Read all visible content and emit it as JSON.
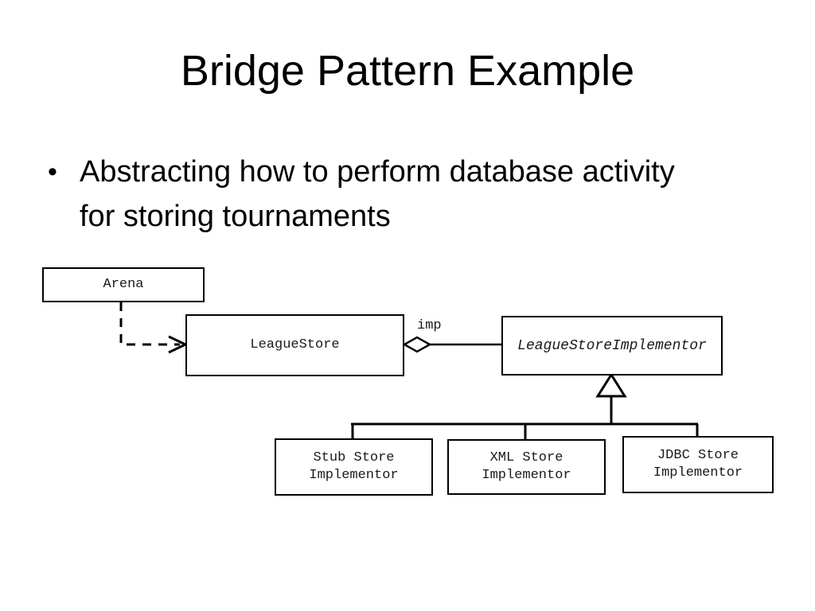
{
  "slide": {
    "title": "Bridge Pattern Example",
    "bullet_marker": "•",
    "bullet_text": "Abstracting how to perform database activity for storing tournaments",
    "background_color": "#ffffff",
    "text_color": "#000000",
    "line_color": "#000000"
  },
  "diagram": {
    "type": "uml-class-diagram",
    "pattern": "Bridge",
    "classes": {
      "arena": {
        "name": "Arena",
        "abstract": false
      },
      "league_store": {
        "name": "LeagueStore",
        "abstract": false
      },
      "league_store_implementor": {
        "name": "LeagueStoreImplementor",
        "abstract": true
      },
      "stub_store": {
        "name": "Stub Store\nImplementor",
        "abstract": false
      },
      "xml_store": {
        "name": "XML Store\nImplementor",
        "abstract": false
      },
      "jdbc_store": {
        "name": "JDBC Store\nImplementor",
        "abstract": false
      }
    },
    "relationships": [
      {
        "kind": "dependency",
        "style": "dashed-open-arrow",
        "from": "Arena",
        "to": "LeagueStore",
        "label": ""
      },
      {
        "kind": "aggregation",
        "style": "hollow-diamond",
        "from": "LeagueStore",
        "to": "LeagueStoreImplementor",
        "label": "imp"
      },
      {
        "kind": "generalization",
        "style": "hollow-triangle",
        "from": "Stub Store Implementor",
        "to": "LeagueStoreImplementor",
        "label": ""
      },
      {
        "kind": "generalization",
        "style": "hollow-triangle",
        "from": "XML Store Implementor",
        "to": "LeagueStoreImplementor",
        "label": ""
      },
      {
        "kind": "generalization",
        "style": "hollow-triangle",
        "from": "JDBC Store Implementor",
        "to": "LeagueStoreImplementor",
        "label": ""
      }
    ],
    "edge_labels": {
      "imp": "imp"
    }
  }
}
